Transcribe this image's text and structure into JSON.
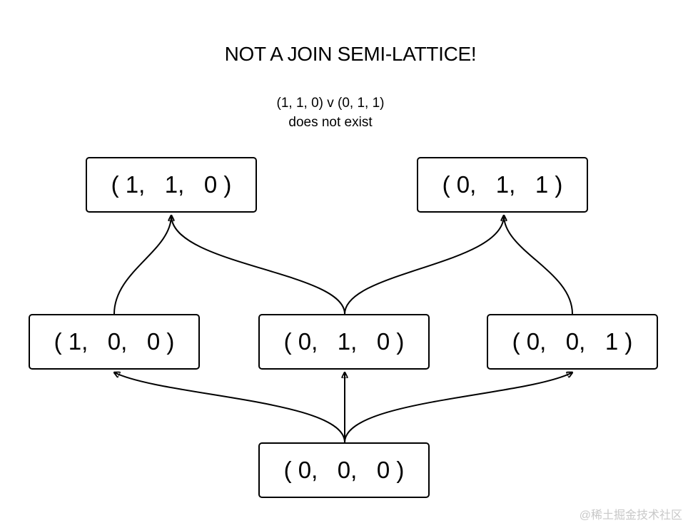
{
  "title": "NOT A JOIN SEMI-LATTICE!",
  "note": {
    "line1": "(1, 1, 0) v (0, 1, 1)",
    "line2": "does not exist"
  },
  "nodes": {
    "n110": "( 1,   1,   0 )",
    "n011": "( 0,   1,   1 )",
    "n100": "( 1,   0,   0 )",
    "n010": "( 0,   1,   0 )",
    "n001": "( 0,   0,   1 )",
    "n000": "( 0,   0,   0 )"
  },
  "edges": [
    {
      "from": "n100",
      "to": "n110"
    },
    {
      "from": "n010",
      "to": "n110"
    },
    {
      "from": "n010",
      "to": "n011"
    },
    {
      "from": "n001",
      "to": "n011"
    },
    {
      "from": "n000",
      "to": "n100"
    },
    {
      "from": "n000",
      "to": "n010"
    },
    {
      "from": "n000",
      "to": "n001"
    }
  ],
  "watermark": "@稀土掘金技术社区",
  "colors": {
    "stroke": "#000000",
    "background": "#ffffff",
    "watermark": "#c8c8c8"
  }
}
